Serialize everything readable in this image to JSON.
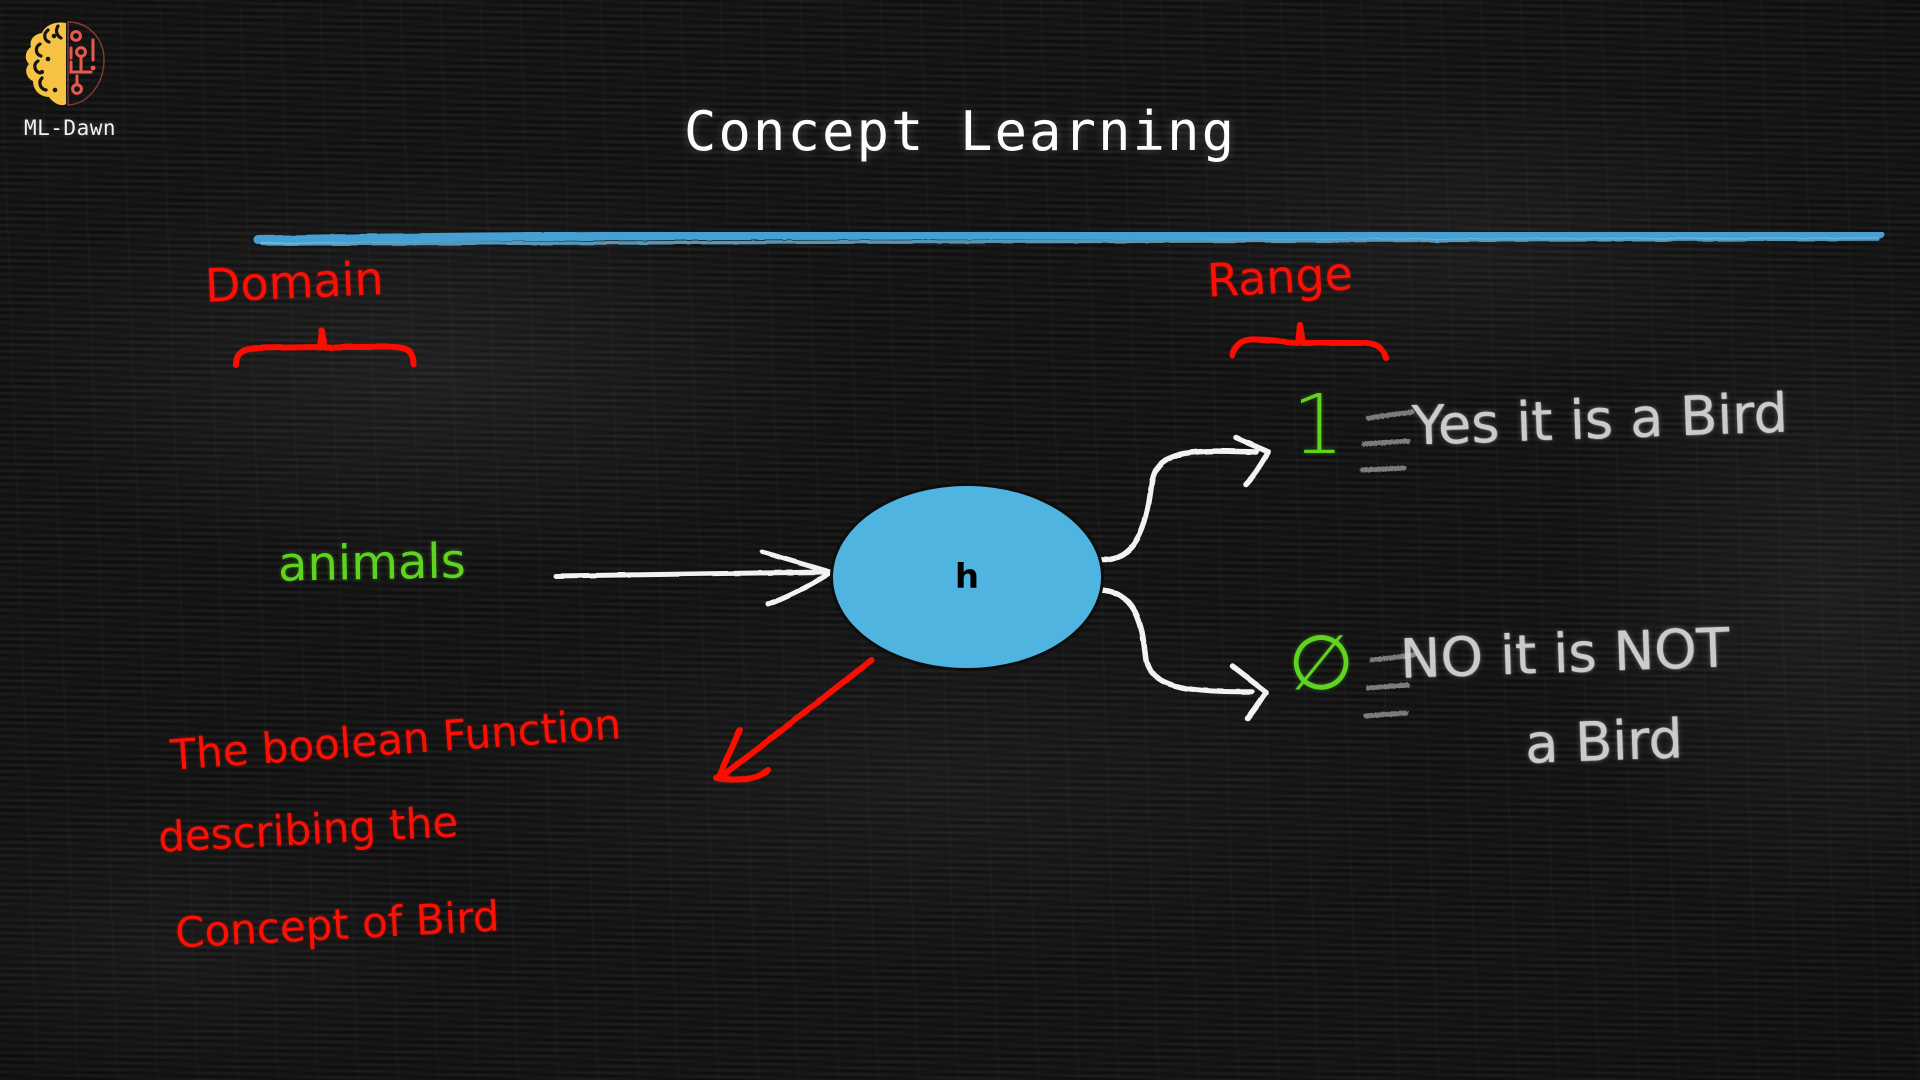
{
  "brand": {
    "name": "ML-Dawn",
    "logo_icon": "brain-circuit-icon",
    "brain_color": "#f6c244",
    "circuit_color": "#e8594f"
  },
  "slide": {
    "title": "Concept Learning",
    "divider_color": "#4aa8dd",
    "background": "chalkboard",
    "background_color": "#161616"
  },
  "colors": {
    "red_marker": "#fb1006",
    "green_marker": "#5fd420",
    "chalk_white": "#d9d9d9",
    "node_fill": "#4fb4e0",
    "arrow_white": "#ffffff"
  },
  "diagram": {
    "type": "function-mapping",
    "domain_label": "Domain",
    "domain_example": "animals",
    "node_label": "h",
    "node_description_lines": [
      "The boolean Function",
      "describing the",
      "Concept of Bird"
    ],
    "range_label": "Range",
    "outputs": [
      {
        "value": "1",
        "equiv_symbol": "≡",
        "meaning": "Yes it is a Bird",
        "meaning_lines": [
          "Yes it is a Bird"
        ],
        "value_color": "#5fd420"
      },
      {
        "value": "∅",
        "equiv_symbol": "≡",
        "meaning": "NO it is NOT a Bird",
        "meaning_lines": [
          "NO it is NOT",
          "a Bird"
        ],
        "value_color": "#5fd420"
      }
    ],
    "arrows": [
      {
        "name": "input-arrow",
        "from": "animals",
        "to": "h",
        "color": "#ffffff",
        "style": "straight"
      },
      {
        "name": "output-arrow-true",
        "from": "h",
        "to": "1",
        "color": "#ffffff",
        "style": "s-curve-up"
      },
      {
        "name": "output-arrow-false",
        "from": "h",
        "to": "∅",
        "color": "#ffffff",
        "style": "s-curve-down"
      },
      {
        "name": "annotation-arrow",
        "from": "note",
        "to": "h",
        "color": "#fb1006",
        "style": "straight"
      }
    ],
    "braces": [
      {
        "name": "domain-brace",
        "under": "Domain",
        "color": "#fb1006"
      },
      {
        "name": "range-brace",
        "under": "Range",
        "color": "#fb1006"
      }
    ]
  }
}
